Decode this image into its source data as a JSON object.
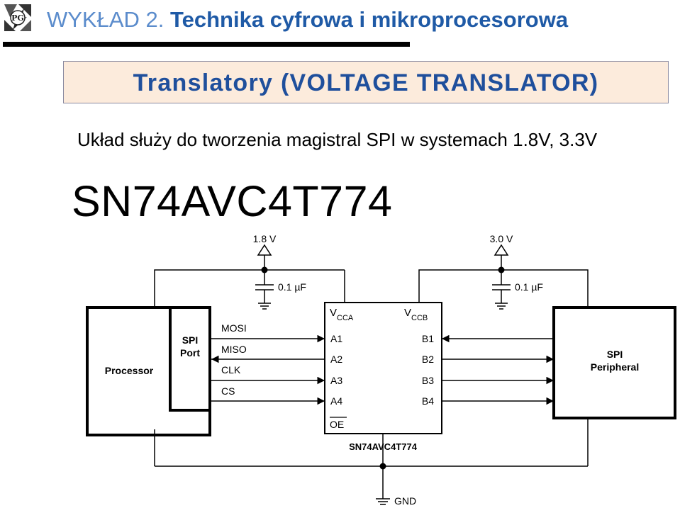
{
  "header": {
    "prefix": "WYKŁAD 2. ",
    "title": "Technika cyfrowa i mikroprocesorowa"
  },
  "section": {
    "title": "Translatory (VOLTAGE TRANSLATOR)"
  },
  "description": "Układ służy do tworzenia magistral SPI w systemach 1.8V, 3.3V",
  "part_heading": "SN74AVC4T774",
  "diagram": {
    "left_supply": "1.8 V",
    "right_supply": "3.0 V",
    "left_cap": "0.1 µF",
    "right_cap": "0.1 µF",
    "processor": "Processor",
    "spi_port_line1": "SPI",
    "spi_port_line2": "Port",
    "signals": [
      "MOSI",
      "MISO",
      "CLK",
      "CS"
    ],
    "chip_vcca_main": "V",
    "chip_vcca_sub": "CCA",
    "chip_vccb_main": "V",
    "chip_vccb_sub": "CCB",
    "chip_a_pins": [
      "A1",
      "A2",
      "A3",
      "A4"
    ],
    "chip_b_pins": [
      "B1",
      "B2",
      "B3",
      "B4"
    ],
    "chip_oe": "OE",
    "chip_name": "SN74AVC4T774",
    "peripheral_line1": "SPI",
    "peripheral_line2": "Peripheral",
    "ground": "GND"
  }
}
